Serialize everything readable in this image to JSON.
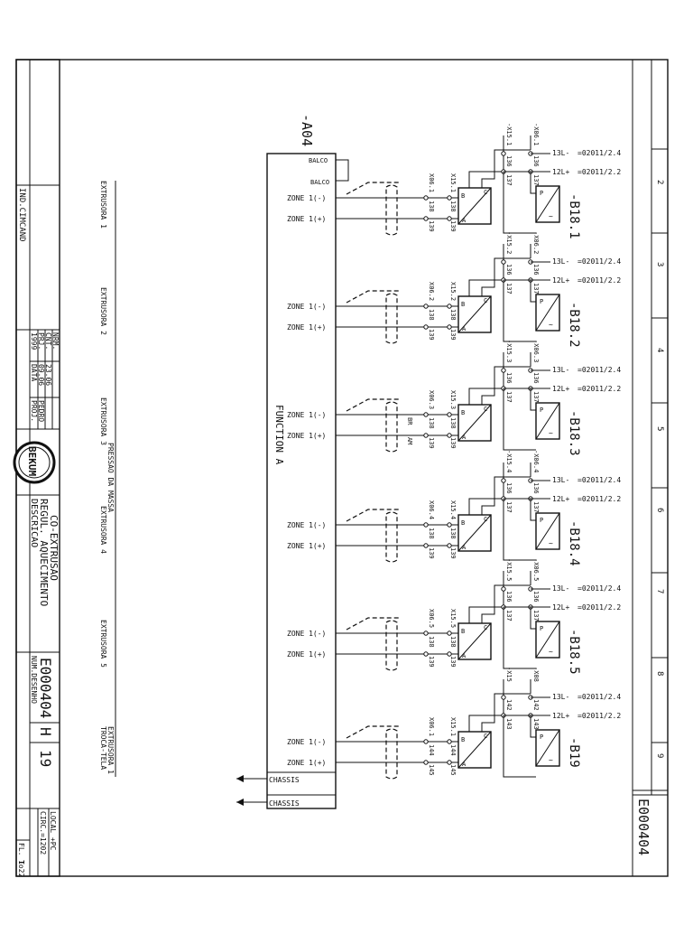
{
  "sheet": {
    "drawing_number": "E000404",
    "revision": "H",
    "sheet_number": "19",
    "zone_numbers": [
      "2",
      "3",
      "4",
      "5",
      "6",
      "7",
      "8",
      "9"
    ]
  },
  "title_block": {
    "ind_label": "IND.CIMCAND",
    "year": "1999",
    "data_label": "DATA",
    "proj_label": "PROJ.",
    "prj_label": "PRJ.",
    "prj_date": "09.06",
    "prj_name": "PEDRO",
    "cnt_label": "CNT.",
    "cnt_date": "23.06",
    "nrm_label": "NRM.",
    "logo_text": "BEKUM",
    "desc_label": "DESCRICAO",
    "desc_line1": "REGUL. AQUECIMENTO",
    "desc_line2": "CO-EXTRUSAO",
    "num_label": "NUM.DESENHO",
    "num_value": "E000404",
    "rev_value": "H",
    "sheet_value": "19",
    "circ_label": "CIRC.=1202",
    "local_label": "LOCAL +PC",
    "fl_label": "FL. 1",
    "to_label": "To22"
  },
  "module": {
    "name": "-A04",
    "function_label": "FUNCTION A",
    "balco_top": "BALCO",
    "balco_bottom": "BALCO",
    "chassis_1": "CHASSIS",
    "chassis_2": "CHASSIS"
  },
  "channels": [
    {
      "section": "EXTRUSORA 1",
      "zone_minus": "ZONE 1(-)",
      "zone_plus": "ZONE 1(+)",
      "terminal_left": "X06.1",
      "terminal_mid": "X15.1",
      "pin_a": "138",
      "pin_b": "139",
      "top_left": "-X15.1",
      "top_right": "-X06.1",
      "pin_top_1": "136",
      "pin_top_2": "137",
      "pin_top_3": "136",
      "pin_top_4": "137",
      "rail_1": "13L-",
      "rail_2": "12L+",
      "ref_1": "=02011/2.4",
      "ref_2": "=02011/2.2",
      "device": "-B18.1",
      "wire_mark_1": "",
      "wire_mark_2": ""
    },
    {
      "section": "EXTRUSORA 2",
      "zone_minus": "ZONE 1(-)",
      "zone_plus": "ZONE 1(+)",
      "terminal_left": "X06.2",
      "terminal_mid": "X15.2",
      "pin_a": "138",
      "pin_b": "139",
      "top_left": "-X15.2",
      "top_right": "-X06.2",
      "pin_top_1": "136",
      "pin_top_2": "137",
      "pin_top_3": "136",
      "pin_top_4": "137",
      "rail_1": "13L-",
      "rail_2": "12L+",
      "ref_1": "=02011/2.4",
      "ref_2": "=02011/2.2",
      "device": "-B18.2",
      "wire_mark_1": "",
      "wire_mark_2": ""
    },
    {
      "section": "EXTRUSORA 3",
      "zone_minus": "ZONE 1(-)",
      "zone_plus": "ZONE 1(+)",
      "terminal_left": "X06.3",
      "terminal_mid": "X15.3",
      "pin_a": "138",
      "pin_b": "139",
      "top_left": "-X15.3",
      "top_right": "-X06.3",
      "pin_top_1": "136",
      "pin_top_2": "137",
      "pin_top_3": "136",
      "pin_top_4": "137",
      "rail_1": "13L-",
      "rail_2": "12L+",
      "ref_1": "=02011/2.4",
      "ref_2": "=02011/2.2",
      "device": "-B18.3",
      "wire_mark_1": "BR",
      "wire_mark_2": "AM"
    },
    {
      "section": "EXTRUSORA 4",
      "zone_minus": "ZONE 1(-)",
      "zone_plus": "ZONE 1(+)",
      "terminal_left": "X06.4",
      "terminal_mid": "X15.4",
      "pin_a": "138",
      "pin_b": "139",
      "top_left": "-X15.4",
      "top_right": "-X06.4",
      "pin_top_1": "136",
      "pin_top_2": "137",
      "pin_top_3": "136",
      "pin_top_4": "137",
      "rail_1": "13L-",
      "rail_2": "12L+",
      "ref_1": "=02011/2.4",
      "ref_2": "=02011/2.2",
      "device": "-B18.4",
      "wire_mark_1": "",
      "wire_mark_2": ""
    },
    {
      "section": "EXTRUSORA 5",
      "zone_minus": "ZONE 1(-)",
      "zone_plus": "ZONE 1(+)",
      "terminal_left": "X06.5",
      "terminal_mid": "X15.5",
      "pin_a": "138",
      "pin_b": "139",
      "top_left": "-X15.5",
      "top_right": "-X06.5",
      "pin_top_1": "136",
      "pin_top_2": "137",
      "pin_top_3": "136",
      "pin_top_4": "137",
      "rail_1": "13L-",
      "rail_2": "12L+",
      "ref_1": "=02011/2.4",
      "ref_2": "=02011/2.2",
      "device": "-B18.5",
      "wire_mark_1": "",
      "wire_mark_2": ""
    },
    {
      "section": "EXTRUSORA 1",
      "zone_minus": "ZONE 1(-)",
      "zone_plus": "ZONE 1(+)",
      "terminal_left": "X06.1",
      "terminal_mid": "X15.1",
      "pin_a": "144",
      "pin_b": "145",
      "top_left": "-X15",
      "top_right": "-X08",
      "pin_top_1": "142",
      "pin_top_2": "143",
      "pin_top_3": "142",
      "pin_top_4": "143",
      "rail_1": "13L-",
      "rail_2": "12L+",
      "ref_1": "=02011/2.4",
      "ref_2": "=02011/2.2",
      "device": "-B19",
      "wire_mark_1": "",
      "wire_mark_2": ""
    }
  ],
  "section_extra": {
    "pressao_line1": "PRESSAO DA MASSA",
    "pressao_line2": "EXTRUSORA 4",
    "troca_tela": "TROCA-TELA"
  }
}
